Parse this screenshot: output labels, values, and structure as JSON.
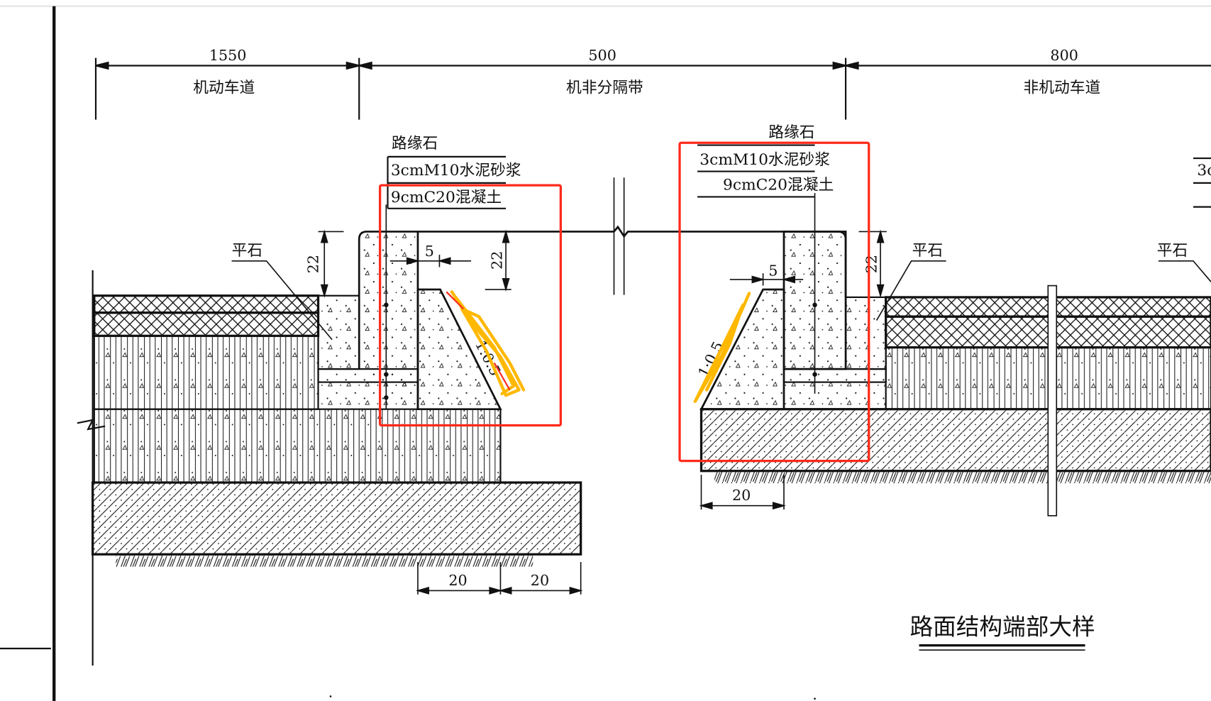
{
  "drawing": {
    "title": "路面结构端部大样",
    "dimensions": {
      "width_motor_lane": "1550",
      "width_separator": "500",
      "width_nonmotor_lane": "800",
      "curb_height_left": "22",
      "curb_height_left_inner": "22",
      "curb_height_right": "22",
      "offset_left": "5",
      "offset_right": "5",
      "bottom_left_a": "20",
      "bottom_left_b": "20",
      "bottom_right": "20"
    },
    "sections": {
      "motor_lane": "机动车道",
      "separator": "机非分隔带",
      "nonmotor_lane": "非机动车道"
    },
    "left_curb": {
      "name": "路缘石",
      "layer1": "3cmM10水泥砂浆",
      "layer2": "9cmC20混凝土",
      "slope": "1:0.5"
    },
    "right_curb": {
      "name": "路缘石",
      "layer1": "3cmM10水泥砂浆",
      "layer2": "9cmC20混凝土",
      "slope": "1:0.5"
    },
    "flat_stone_labels": [
      "平石",
      "平石",
      "平石"
    ],
    "cut_off_label": "3c",
    "annotation_colors": {
      "box": "#ff2a1a",
      "scribble": "#ffb800"
    }
  }
}
